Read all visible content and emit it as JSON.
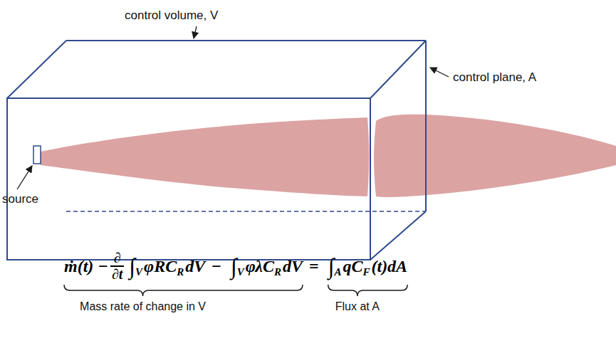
{
  "diagram": {
    "labels": [
      "control volume, V",
      "control plane, A",
      "source",
      "ṁ(t) −",
      "∂",
      "∂t",
      "∫",
      "V",
      "φRC",
      "R",
      "dV",
      "−",
      "∫",
      "V",
      "φλC",
      "R",
      "dV",
      "=",
      "∫",
      "A",
      "qC",
      "F",
      "(t)dA",
      "Mass rate of change in V",
      "Flux at A"
    ]
  }
}
